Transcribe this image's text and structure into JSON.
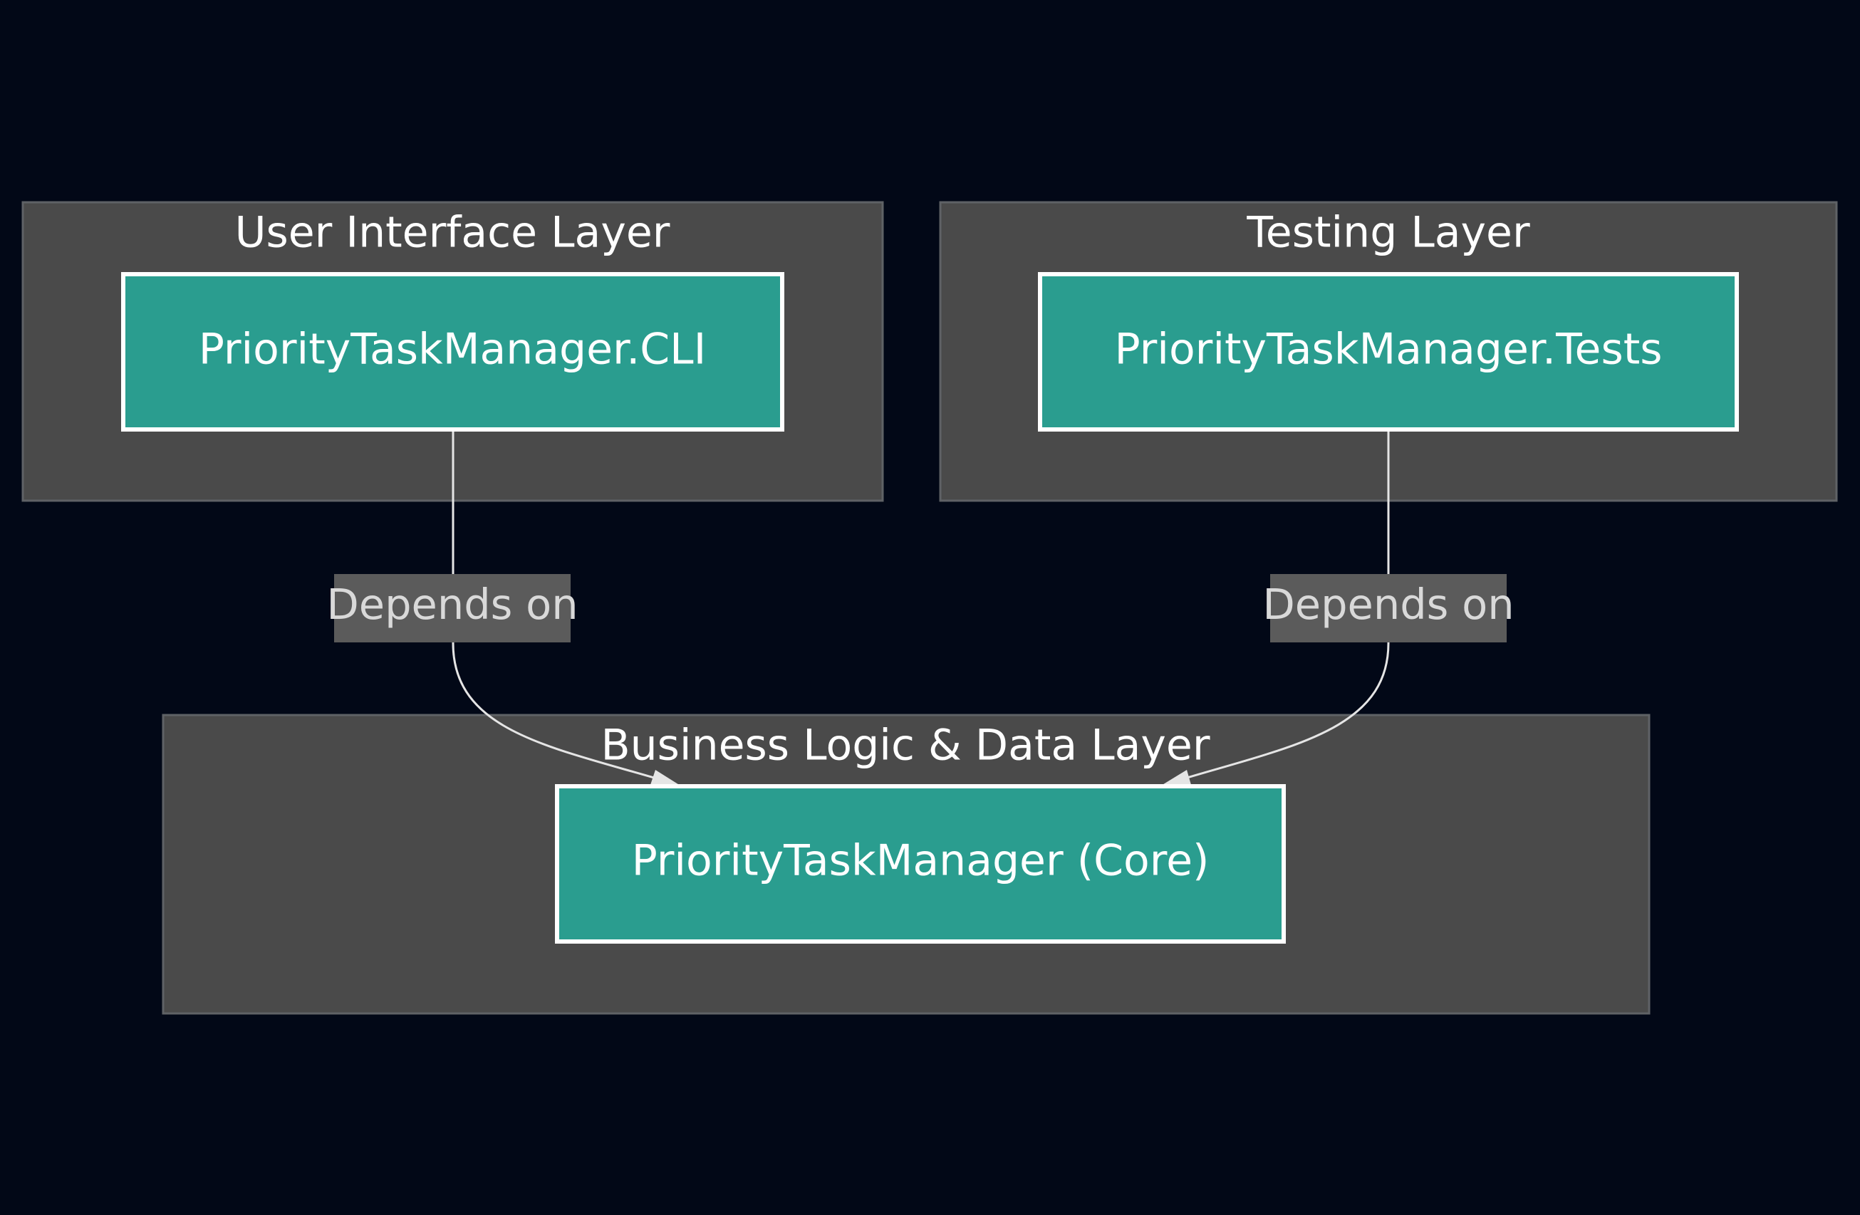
{
  "diagram": {
    "layers": [
      {
        "title": "User Interface Layer"
      },
      {
        "title": "Testing Layer"
      },
      {
        "title": "Business Logic & Data Layer"
      }
    ],
    "nodes": {
      "cli": "PriorityTaskManager.CLI",
      "tests": "PriorityTaskManager.Tests",
      "core": "PriorityTaskManager (Core)"
    },
    "edges": [
      {
        "from": "PriorityTaskManager.CLI",
        "to": "PriorityTaskManager (Core)",
        "label": "Depends on"
      },
      {
        "from": "PriorityTaskManager.Tests",
        "to": "PriorityTaskManager (Core)",
        "label": "Depends on"
      }
    ],
    "colors": {
      "background": "#020817",
      "layer_fill": "#4a4a4a",
      "node_fill": "#2a9d8f",
      "node_stroke": "#ffffff",
      "edge": "#e5e5e5",
      "edge_label_bg": "#5b5b5b"
    }
  }
}
